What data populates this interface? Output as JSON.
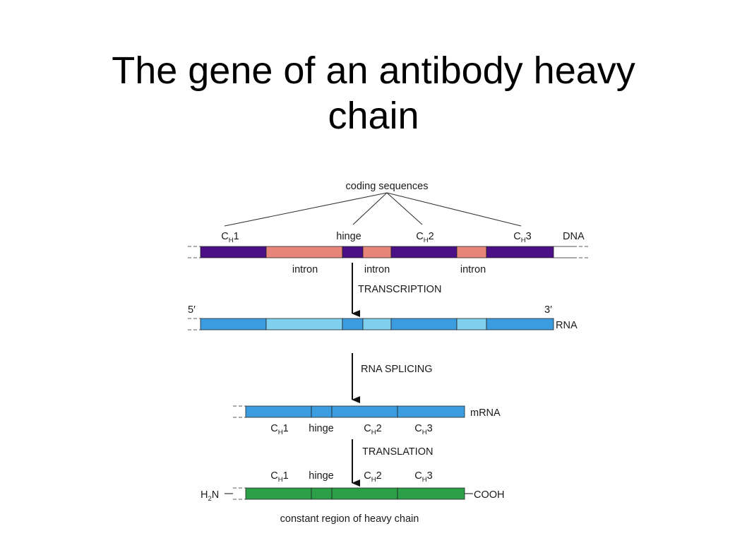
{
  "title": {
    "line1": "The gene of an antibody heavy",
    "line2": "chain"
  },
  "diagram": {
    "coding_sequences_label": "coding sequences",
    "dna": {
      "label": "DNA",
      "exons": [
        {
          "main": "C",
          "sub": "H",
          "suffix": "1"
        },
        {
          "main": "hinge",
          "sub": "",
          "suffix": ""
        },
        {
          "main": "C",
          "sub": "H",
          "suffix": "2"
        },
        {
          "main": "C",
          "sub": "H",
          "suffix": "3"
        }
      ],
      "introns": [
        "intron",
        "intron",
        "intron"
      ],
      "exon_color": "#4b0f86",
      "intron_color": "#e8857a"
    },
    "step1": "TRANSCRIPTION",
    "rna": {
      "label": "RNA",
      "five_prime": "5′",
      "three_prime": "3′",
      "exon_color": "#3b9de0",
      "intron_color": "#7fd0ee"
    },
    "step2": "RNA SPLICING",
    "mrna": {
      "label": "mRNA",
      "segments": [
        {
          "main": "C",
          "sub": "H",
          "suffix": "1"
        },
        {
          "main": "hinge",
          "sub": "",
          "suffix": ""
        },
        {
          "main": "C",
          "sub": "H",
          "suffix": "2"
        },
        {
          "main": "C",
          "sub": "H",
          "suffix": "3"
        }
      ],
      "color": "#3b9de0"
    },
    "step3": "TRANSLATION",
    "protein": {
      "n_terminus_main": "H",
      "n_terminus_sub": "2",
      "n_terminus_suffix": "N",
      "c_terminus": "COOH",
      "segments": [
        {
          "main": "C",
          "sub": "H",
          "suffix": "1"
        },
        {
          "main": "hinge",
          "sub": "",
          "suffix": ""
        },
        {
          "main": "C",
          "sub": "H",
          "suffix": "2"
        },
        {
          "main": "C",
          "sub": "H",
          "suffix": "3"
        }
      ],
      "color": "#2ca048",
      "caption": "constant region of heavy chain"
    }
  }
}
